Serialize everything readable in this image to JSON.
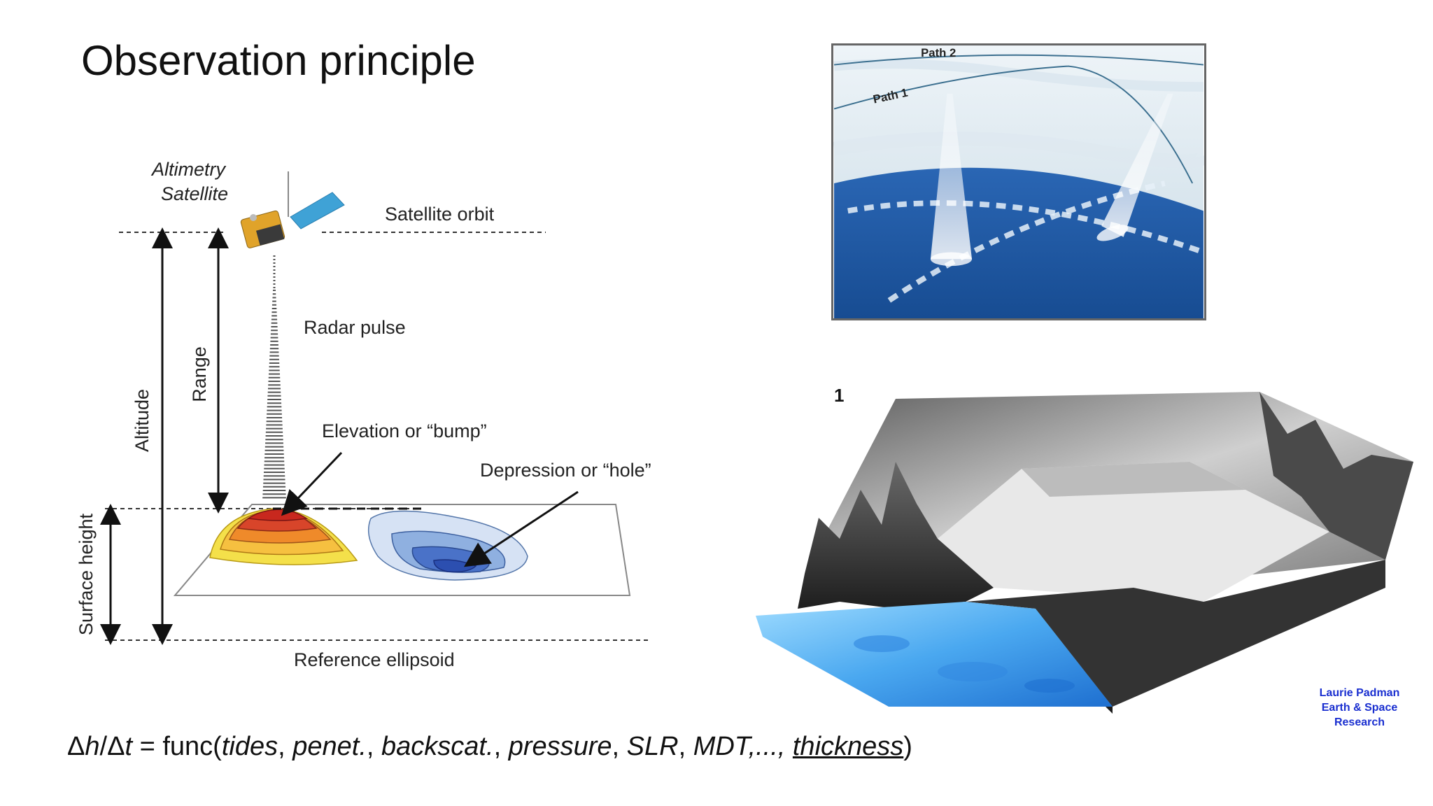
{
  "title": "Observation principle",
  "diagram": {
    "altimetry_line1": "Altimetry",
    "altimetry_line2": "Satellite",
    "satellite_orbit": "Satellite orbit",
    "radar_pulse": "Radar pulse",
    "range": "Range",
    "altitude": "Altitude",
    "elevation": "Elevation or “bump”",
    "depression": "Depression or “hole”",
    "surface_height": "Surface height",
    "reference_ellipsoid": "Reference ellipsoid"
  },
  "orbit_figure": {
    "path2": "Path 2",
    "path1": "Path 1"
  },
  "ice_figure": {
    "label": "1"
  },
  "credit": {
    "line1": "Laurie Padman",
    "line2": "Earth & Space",
    "line3": "Research"
  },
  "formula": {
    "lhs_delta1": "Δ",
    "lhs_h": "h",
    "lhs_slash": "/Δ",
    "lhs_t": "t",
    "eq": " = func(",
    "tides": "tides",
    "c1": ", ",
    "penet": "penet.",
    "c2": ", ",
    "backscat": "backscat.",
    "c3": ", ",
    "pressure": "pressure",
    "c4": ", ",
    "slr": "SLR",
    "c5": ", ",
    "mdt": "MDT,...,",
    "c6": " ",
    "thickness": "thickness",
    "close": ")"
  },
  "colors": {
    "ocean": "#1f5fa8",
    "bump_red": "#c8281e",
    "bump_yellow": "#f4e04a",
    "hole_blue": "#2c4fb0",
    "water_light": "#4aa8f0",
    "credit_blue": "#1a2fd0"
  }
}
